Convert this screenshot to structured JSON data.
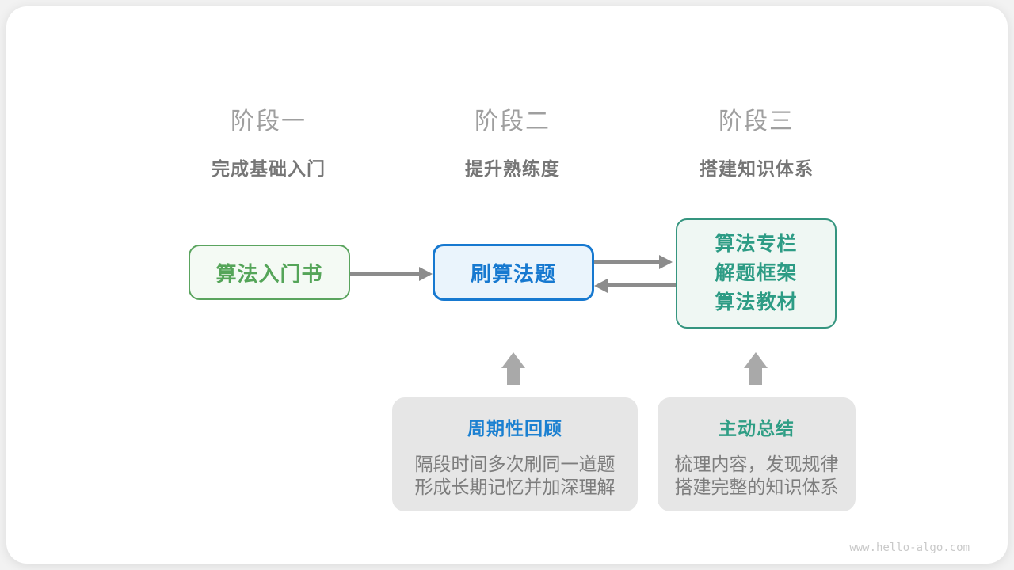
{
  "stages": [
    {
      "title": "阶段一",
      "subtitle": "完成基础入门"
    },
    {
      "title": "阶段二",
      "subtitle": "提升熟练度"
    },
    {
      "title": "阶段三",
      "subtitle": "搭建知识体系"
    }
  ],
  "nodes": [
    {
      "label": "算法入门书"
    },
    {
      "label": "刷算法题"
    },
    {
      "lines": [
        "算法专栏",
        "解题框架",
        "算法教材"
      ]
    }
  ],
  "callouts": [
    {
      "title": "周期性回顾",
      "body": [
        "隔段时间多次刷同一道题",
        "形成长期记忆并加深理解"
      ]
    },
    {
      "title": "主动总结",
      "body": [
        "梳理内容，发现规律",
        "搭建完整的知识体系"
      ]
    }
  ],
  "footer": {
    "watermark": "www.hello-algo.com"
  },
  "icons": {
    "arrow_1": "right-arrow",
    "arrow_2": "right-arrow",
    "arrow_3": "left-arrow",
    "up_arrow_1": "up-block-arrow",
    "up_arrow_2": "up-block-arrow"
  },
  "colors": {
    "node1_green_text": "#55a559",
    "node1_green_border": "#5aa45e",
    "node1_bg": "#f4faf4",
    "node2_blue": "#1779d0",
    "node2_bg": "#eaf4fc",
    "node3_teal_border": "#35957f",
    "node3_teal_text": "#2d9c85",
    "node3_bg": "#eff7f3",
    "callout1_title_blue": "#1b80d1",
    "callout2_title_teal": "#2f9e85",
    "callout_bg": "#e6e6e6",
    "callout_body_text": "#7d7d7d",
    "stage_title_gray": "#9f9f9f",
    "stage_subtitle_gray": "#767676",
    "connector_arrow_gray": "#8c8c8c",
    "up_arrow_gray": "#a9a9a9",
    "watermark_gray": "#c9c9c9"
  }
}
